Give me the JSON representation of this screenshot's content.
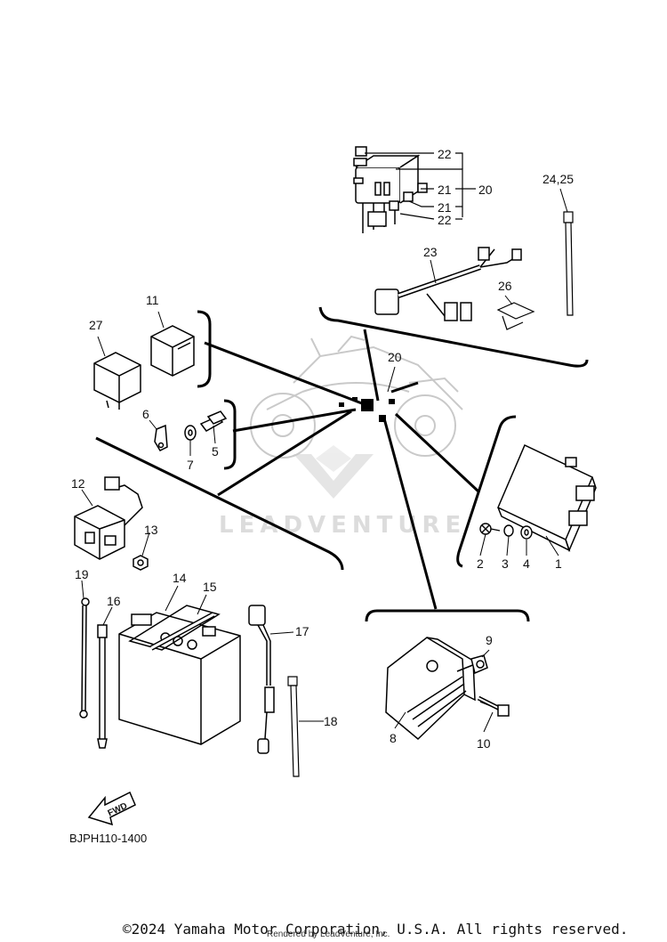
{
  "diagram": {
    "code": "BJPH110-1400",
    "copyright": "©2024 Yamaha Motor Corporation, U.S.A. All rights reserved.",
    "rendered_by": "Rendered by LeadVenture, Inc.",
    "watermark": "LEADVENTURE",
    "fwd_label": "FWD",
    "callouts": {
      "c1": "1",
      "c2": "2",
      "c3": "3",
      "c4": "4",
      "c5": "5",
      "c6": "6",
      "c7": "7",
      "c8": "8",
      "c9": "9",
      "c10": "10",
      "c11": "11",
      "c12": "12",
      "c13": "13",
      "c14": "14",
      "c15": "15",
      "c16": "16",
      "c17": "17",
      "c18": "18",
      "c19": "19",
      "c20a": "20",
      "c20b": "20",
      "c21a": "21",
      "c21b": "21",
      "c22a": "22",
      "c22b": "22",
      "c23": "23",
      "c2425": "24,25",
      "c26": "26",
      "c27": "27"
    }
  }
}
